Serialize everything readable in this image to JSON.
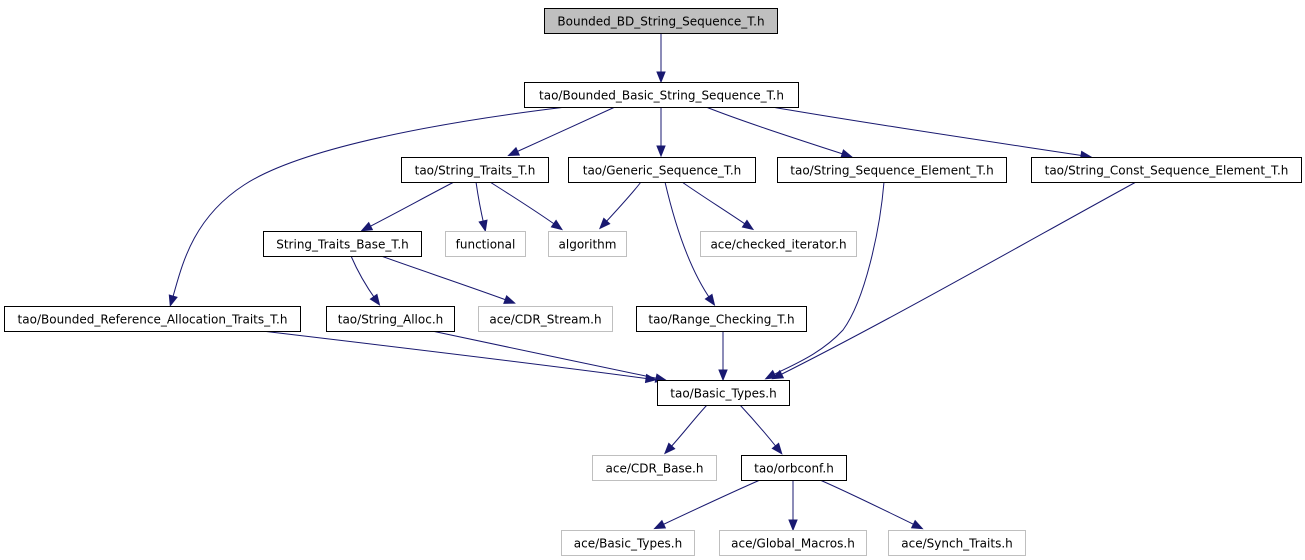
{
  "diagram": {
    "colors": {
      "edge": "#191970",
      "box_border": "#000000",
      "external_border": "#bfbfbf",
      "root_fill": "#bfbfbf",
      "fill": "#ffffff"
    },
    "nodes": [
      {
        "id": "root",
        "label": "Bounded_BD_String_Sequence_T.h",
        "kind": "root"
      },
      {
        "id": "bbss",
        "label": "tao/Bounded_Basic_String_Sequence_T.h",
        "kind": "internal"
      },
      {
        "id": "st",
        "label": "tao/String_Traits_T.h",
        "kind": "internal"
      },
      {
        "id": "gs",
        "label": "tao/Generic_Sequence_T.h",
        "kind": "internal"
      },
      {
        "id": "sse",
        "label": "tao/String_Sequence_Element_T.h",
        "kind": "internal"
      },
      {
        "id": "scse",
        "label": "tao/String_Const_Sequence_Element_T.h",
        "kind": "internal"
      },
      {
        "id": "stb",
        "label": "String_Traits_Base_T.h",
        "kind": "internal"
      },
      {
        "id": "func",
        "label": "functional",
        "kind": "external"
      },
      {
        "id": "algo",
        "label": "algorithm",
        "kind": "external"
      },
      {
        "id": "chk",
        "label": "ace/checked_iterator.h",
        "kind": "external"
      },
      {
        "id": "bra",
        "label": "tao/Bounded_Reference_Allocation_Traits_T.h",
        "kind": "internal"
      },
      {
        "id": "sa",
        "label": "tao/String_Alloc.h",
        "kind": "internal"
      },
      {
        "id": "cdrs",
        "label": "ace/CDR_Stream.h",
        "kind": "external"
      },
      {
        "id": "rc",
        "label": "tao/Range_Checking_T.h",
        "kind": "internal"
      },
      {
        "id": "bt",
        "label": "tao/Basic_Types.h",
        "kind": "internal"
      },
      {
        "id": "cdrb",
        "label": "ace/CDR_Base.h",
        "kind": "external"
      },
      {
        "id": "orb",
        "label": "tao/orbconf.h",
        "kind": "internal"
      },
      {
        "id": "abt",
        "label": "ace/Basic_Types.h",
        "kind": "external"
      },
      {
        "id": "agm",
        "label": "ace/Global_Macros.h",
        "kind": "external"
      },
      {
        "id": "ast",
        "label": "ace/Synch_Traits.h",
        "kind": "external"
      }
    ],
    "edges": [
      {
        "from": "root",
        "to": "bbss"
      },
      {
        "from": "bbss",
        "to": "st"
      },
      {
        "from": "bbss",
        "to": "gs"
      },
      {
        "from": "bbss",
        "to": "sse"
      },
      {
        "from": "bbss",
        "to": "scse"
      },
      {
        "from": "bbss",
        "to": "bra"
      },
      {
        "from": "st",
        "to": "stb"
      },
      {
        "from": "st",
        "to": "func"
      },
      {
        "from": "st",
        "to": "algo"
      },
      {
        "from": "gs",
        "to": "algo"
      },
      {
        "from": "gs",
        "to": "chk"
      },
      {
        "from": "gs",
        "to": "rc"
      },
      {
        "from": "stb",
        "to": "sa"
      },
      {
        "from": "stb",
        "to": "cdrs"
      },
      {
        "from": "sse",
        "to": "bt"
      },
      {
        "from": "scse",
        "to": "bt"
      },
      {
        "from": "bra",
        "to": "bt"
      },
      {
        "from": "sa",
        "to": "bt"
      },
      {
        "from": "rc",
        "to": "bt"
      },
      {
        "from": "bt",
        "to": "cdrb"
      },
      {
        "from": "bt",
        "to": "orb"
      },
      {
        "from": "orb",
        "to": "abt"
      },
      {
        "from": "orb",
        "to": "agm"
      },
      {
        "from": "orb",
        "to": "ast"
      }
    ]
  }
}
